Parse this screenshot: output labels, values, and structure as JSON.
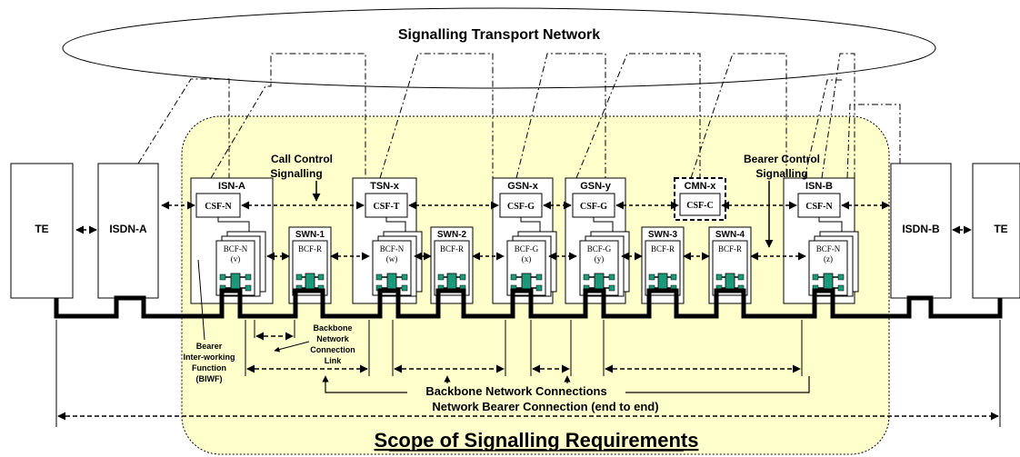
{
  "network": {
    "transport": "Signalling Transport Network",
    "call_control_line1": "Call Control",
    "call_control_line2": "Signalling",
    "bearer_control_line1": "Bearer Control",
    "bearer_control_line2": "Signalling",
    "scope": "Scope of Signalling Requirements"
  },
  "endpoints": {
    "te_left": "TE",
    "isdn_a": "ISDN-A",
    "isdn_b": "ISDN-B",
    "te_right": "TE"
  },
  "nodes": {
    "isn_a": {
      "title": "ISN-A",
      "csf": "CSF-N",
      "bcf": "BCF-N",
      "bcf_id": "(v)"
    },
    "swn_1": {
      "title": "SWN-1",
      "bcf": "BCF-R"
    },
    "tsn_x": {
      "title": "TSN-x",
      "csf": "CSF-T",
      "bcf": "BCF-N",
      "bcf_id": "(w)"
    },
    "swn_2": {
      "title": "SWN-2",
      "bcf": "BCF-R"
    },
    "gsn_x": {
      "title": "GSN-x",
      "csf": "CSF-G",
      "bcf": "BCF-G",
      "bcf_id": "(x)"
    },
    "gsn_y": {
      "title": "GSN-y",
      "csf": "CSF-G",
      "bcf": "BCF-G",
      "bcf_id": "(y)"
    },
    "cmn_x": {
      "title": "CMN-x",
      "csf": "CSF-C"
    },
    "swn_3": {
      "title": "SWN-3",
      "bcf": "BCF-R"
    },
    "swn_4": {
      "title": "SWN-4",
      "bcf": "BCF-R"
    },
    "isn_b": {
      "title": "ISN-B",
      "csf": "CSF-N",
      "bcf": "BCF-N",
      "bcf_id": "(z)"
    }
  },
  "annotations": {
    "biwf": [
      "Bearer",
      "Inter-working",
      "Function",
      "(BIWF)"
    ],
    "backbone_link": [
      "Backbone",
      "Network",
      "Connection",
      "Link"
    ],
    "backbone_connections": "Backbone Network Connections",
    "end_to_end": "Network Bearer Connection (end to end)"
  }
}
